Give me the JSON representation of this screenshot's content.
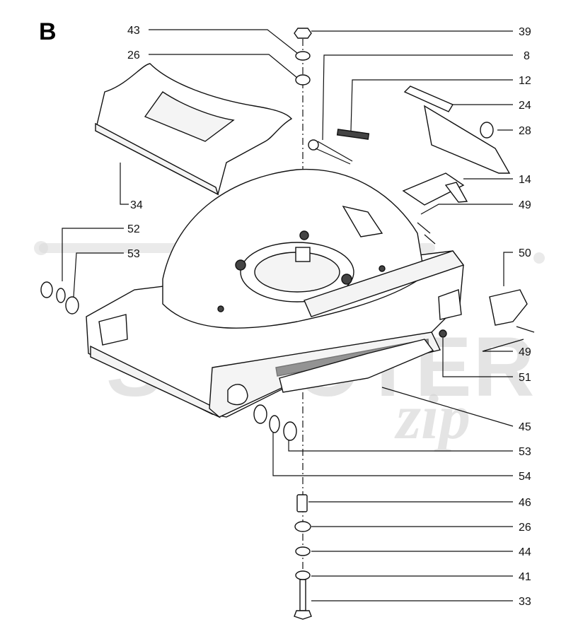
{
  "section_label": "B",
  "watermark": {
    "brand_main": "SCOOTER",
    "brand_sub": "zip"
  },
  "callouts": {
    "c43": "43",
    "c26_top": "26",
    "c39": "39",
    "c8": "8",
    "c12": "12",
    "c24": "24",
    "c28": "28",
    "c14": "14",
    "c49_top": "49",
    "c34": "34",
    "c52": "52",
    "c53_left": "53",
    "c50": "50",
    "c49_mid": "49",
    "c51": "51",
    "c45": "45",
    "c53_bottom": "53",
    "c54": "54",
    "c46": "46",
    "c26_bottom": "26",
    "c44": "44",
    "c41": "41",
    "c33": "33"
  }
}
